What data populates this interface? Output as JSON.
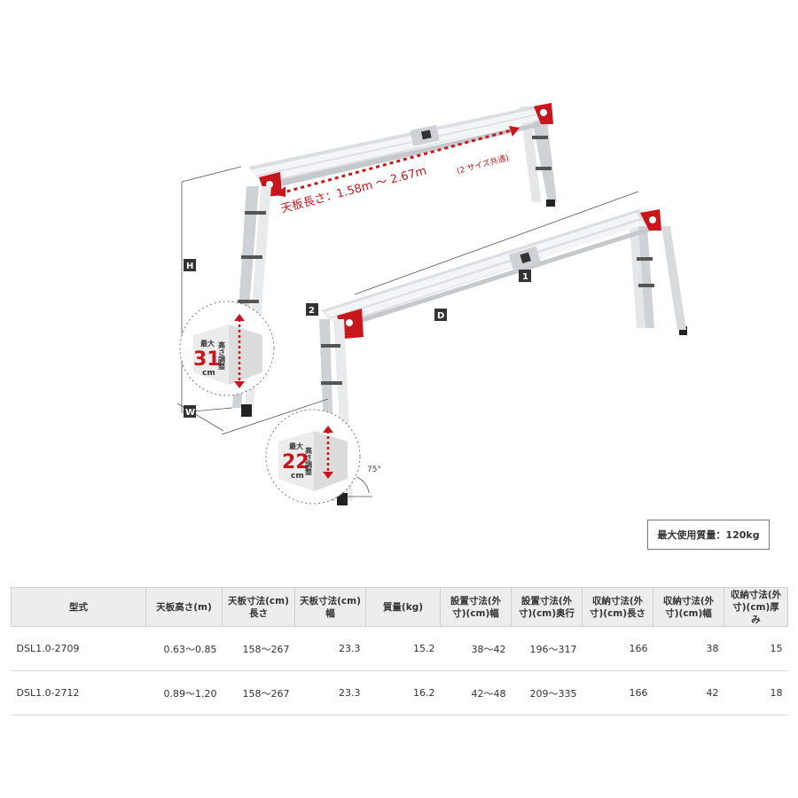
{
  "illustration": {
    "length_label": "天板長さ：1.58m 〜 2.67m",
    "length_note": "(2 サイズ共通)",
    "label_h": "H",
    "label_w": "W",
    "label_d": "D",
    "label_1": "1",
    "label_2": "2",
    "circle1": {
      "top": "最大",
      "value": "31",
      "unit": "cm",
      "side": "高さ調整"
    },
    "circle2": {
      "top": "最大",
      "value": "22",
      "unit": "cm",
      "side": "高さ調整"
    },
    "angle": "75°"
  },
  "max_load": "最大使用質量：120kg",
  "table": {
    "headers": [
      "型式",
      "天板高さ(m)",
      "天板寸法(cm)長さ",
      "天板寸法(cm)幅",
      "質量(kg)",
      "設置寸法(外寸)(cm)幅",
      "設置寸法(外寸)(cm)奥行",
      "収納寸法(外寸)(cm)長さ",
      "収納寸法(外寸)(cm)幅",
      "収納寸法(外寸)(cm)厚み"
    ],
    "rows": [
      [
        "DSL1.0-2709",
        "0.63〜0.85",
        "158〜267",
        "23.3",
        "15.2",
        "38〜42",
        "196〜317",
        "166",
        "38",
        "15"
      ],
      [
        "DSL1.0-2712",
        "0.89〜1.20",
        "158〜267",
        "23.3",
        "16.2",
        "42〜48",
        "209〜335",
        "166",
        "42",
        "18"
      ]
    ]
  }
}
